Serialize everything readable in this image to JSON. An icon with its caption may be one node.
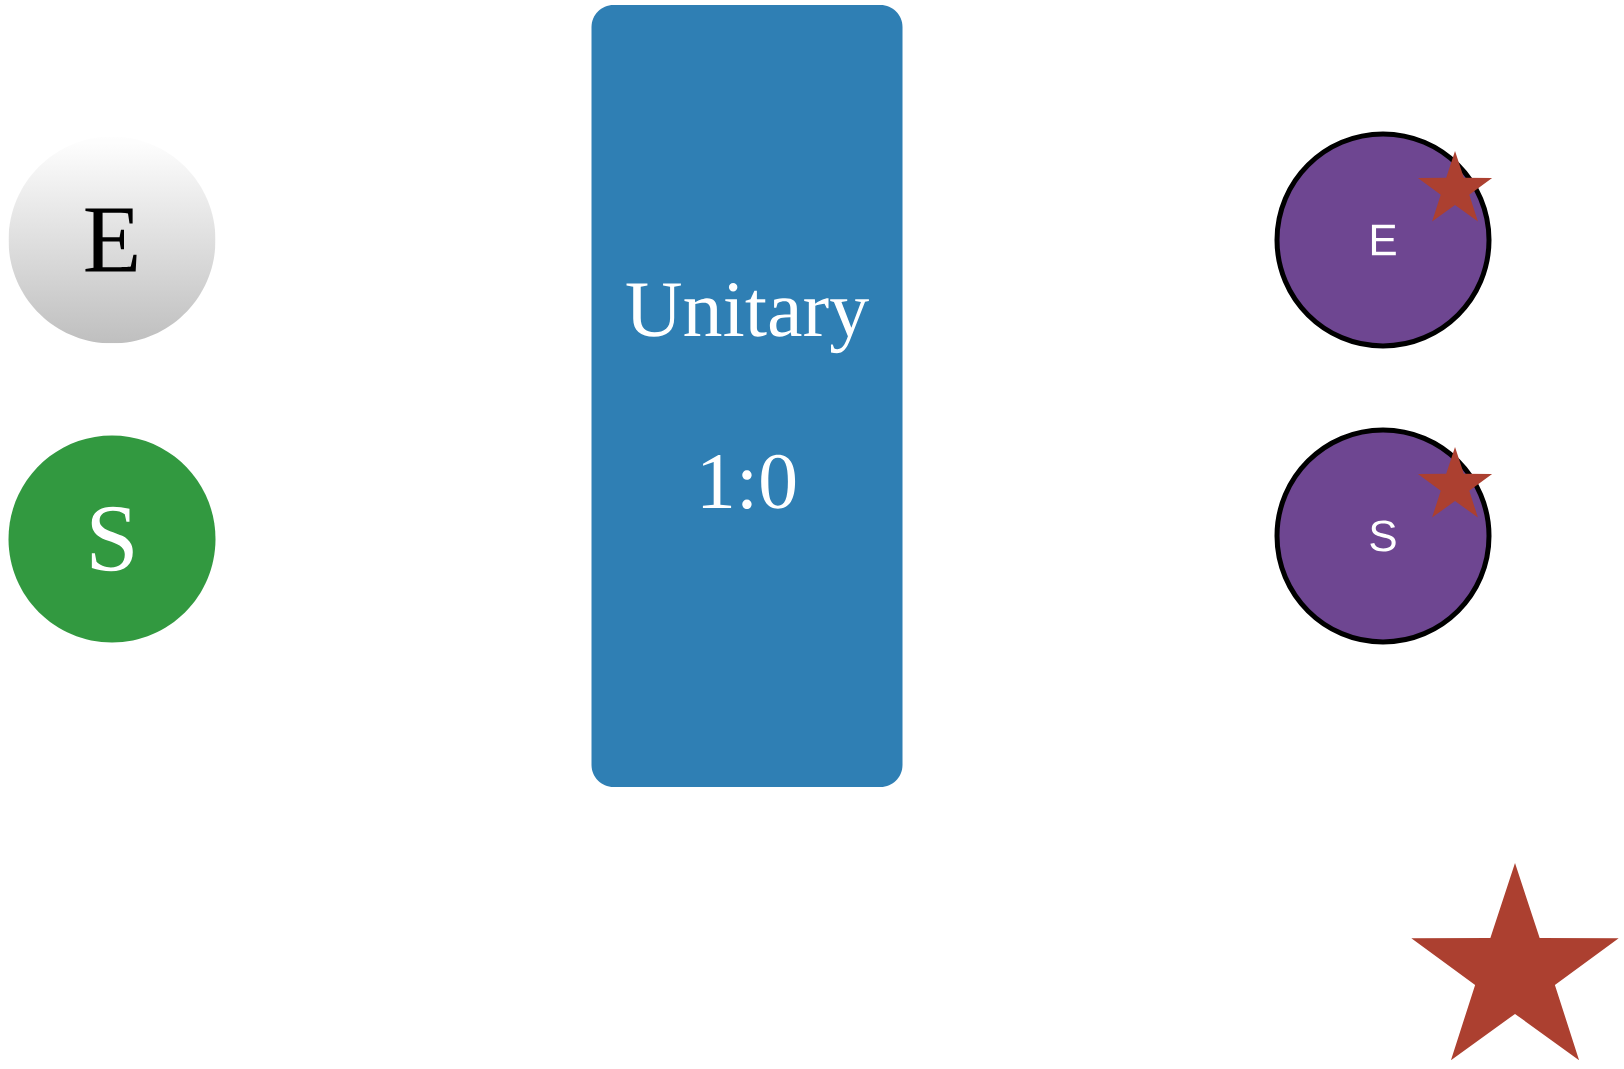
{
  "diagram": {
    "nodes": [
      {
        "text": [
          "E"
        ]
      },
      {
        "text": [
          "S"
        ]
      },
      {
        "text": [
          "Unitary",
          "1:0"
        ]
      },
      {
        "text": [
          "E"
        ]
      },
      {
        "text": [
          "S"
        ]
      }
    ]
  }
}
